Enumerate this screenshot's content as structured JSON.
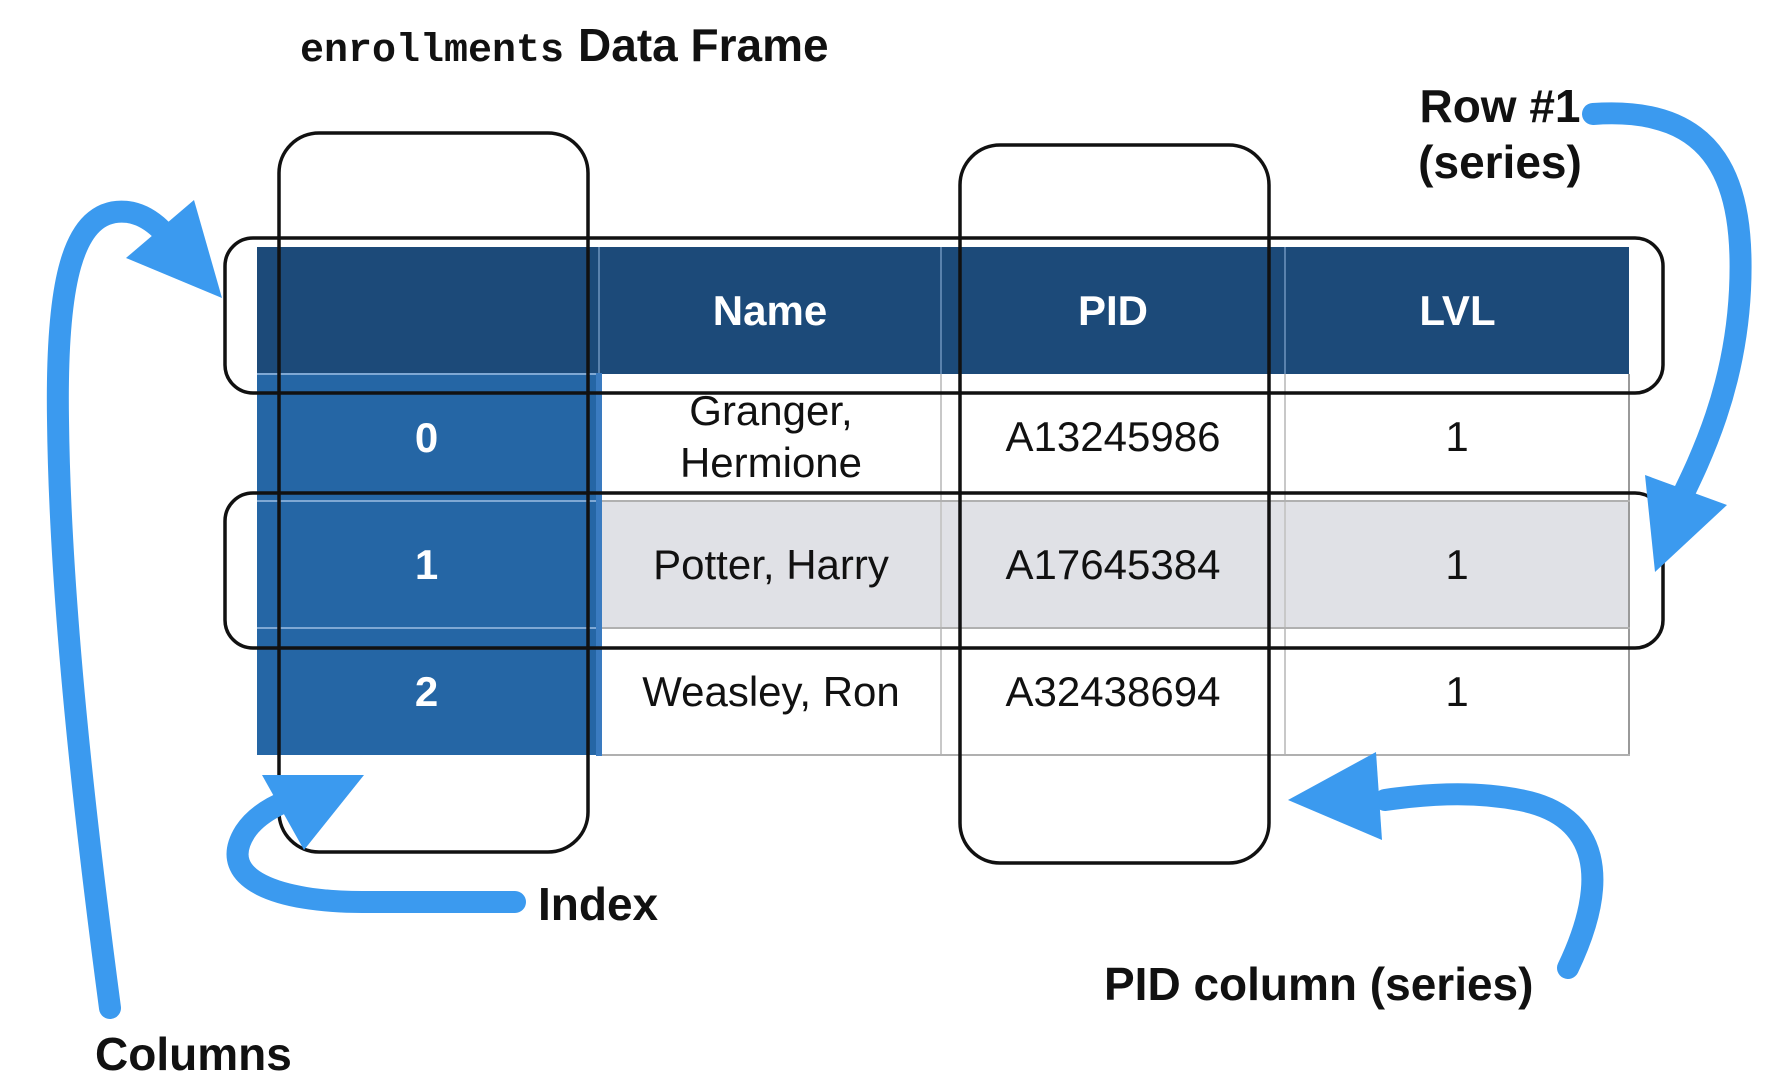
{
  "title": {
    "code": "enrollments",
    "text": "Data Frame"
  },
  "table": {
    "columns": [
      "",
      "Name",
      "PID",
      "LVL"
    ],
    "rows": [
      {
        "index": "0",
        "name_line1": "Granger,",
        "name_line2": "Hermione",
        "pid": "A13245986",
        "lvl": "1"
      },
      {
        "index": "1",
        "name": "Potter, Harry",
        "pid": "A17645384",
        "lvl": "1"
      },
      {
        "index": "2",
        "name": "Weasley, Ron",
        "pid": "A32438694",
        "lvl": "1"
      }
    ]
  },
  "labels": {
    "row1_line1": "Row #1",
    "row1_line2": "(series)",
    "index": "Index",
    "columns": "Columns",
    "pid_column": "PID column (series)"
  },
  "colors": {
    "header_bg": "#1c4a79",
    "index_bg": "#2566a5",
    "highlight_row": "#e0e1e6",
    "arrow": "#3b9aef",
    "outline": "#111111"
  }
}
